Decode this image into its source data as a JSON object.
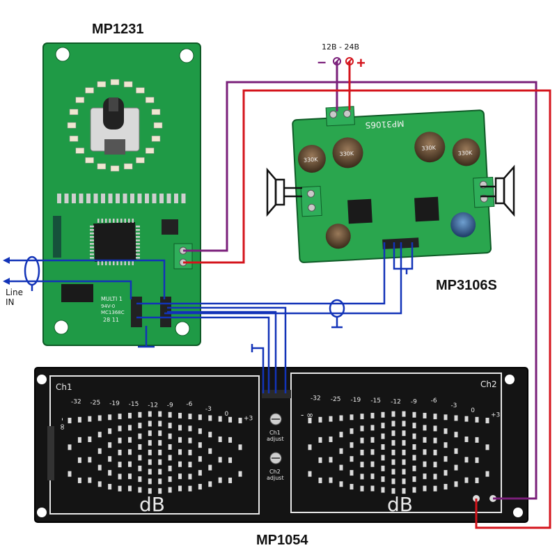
{
  "labels": {
    "mp1231": "MP1231",
    "mp3106s": "MP3106S",
    "mp1054": "MP1054",
    "line_in_1": "Line",
    "line_in_2": "IN",
    "power_range": "12В - 24В",
    "power_minus": "–",
    "power_plus": "+"
  },
  "mp1231_silk": {
    "line1": "MULTI 1",
    "line2": "94V-0",
    "line3": "MC1368C",
    "line4": "28 11"
  },
  "mp3106s_silk": {
    "board_name": "MP3106S",
    "inductor1": "330K",
    "inductor2": "330K",
    "inductor3": "330K",
    "inductor4": "330K"
  },
  "mp1054_silk": {
    "ch1": "Ch1",
    "ch2": "Ch2",
    "db_left": "dB",
    "db_right": "dB",
    "ch1_adjust_1": "Ch1",
    "ch1_adjust_2": "adjust",
    "ch2_adjust_1": "Ch2",
    "ch2_adjust_2": "adjust",
    "scale": [
      "-32",
      "-25",
      "-19",
      "-15",
      "-12",
      "-9",
      "-6",
      "-3",
      "0",
      "+3"
    ],
    "inf_left": "- ∞",
    "inf_right": "- ∞"
  },
  "colors": {
    "pcb_green": "#1f9a46",
    "pcb_black": "#141414",
    "wire_purple": "#7a1f7a",
    "wire_red": "#d4141c",
    "wire_blue": "#1233b8"
  }
}
